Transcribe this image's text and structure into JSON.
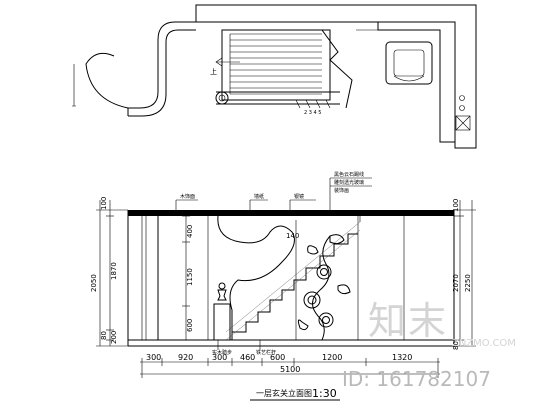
{
  "plan": {
    "up_label": "上"
  },
  "elevation": {
    "title": "一层玄关立面图",
    "scale": "1:30",
    "notes": {
      "note_1": "木饰面",
      "note_2": "墙纸",
      "note_3": "银镜",
      "note_4": "黑色云石踢线",
      "note_5": "雕刻透光玻璃",
      "note_6": "装饰画",
      "note_7": "实木踏步",
      "note_8": "铁艺栏杆"
    },
    "bottom_dims": [
      "300",
      "920",
      "300",
      "460",
      "600",
      "1200",
      "1320"
    ],
    "total_dim": "5100",
    "left_dims": {
      "top": "100",
      "mid_a": "400",
      "mid_b": "1150",
      "mid_c": "600",
      "bottom": "200",
      "sub": "1870",
      "total": "2050",
      "small": "80",
      "label_140": "140"
    },
    "right_dims": {
      "top": "100",
      "mid": "2070",
      "total": "2250",
      "bottom": "80"
    }
  },
  "watermark": {
    "brand": "知末",
    "domain": "ZNZMO.COM",
    "id_text": "ID: 161782107"
  }
}
